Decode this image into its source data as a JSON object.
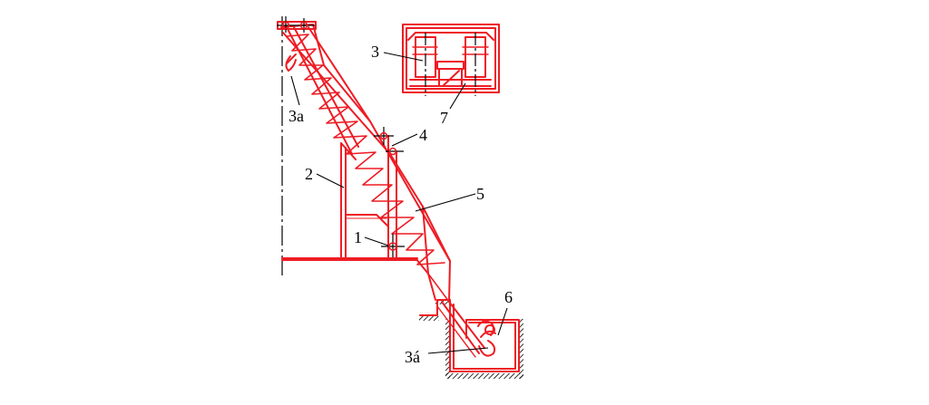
{
  "colors": {
    "structure": "#ee1c24",
    "annotation": "#000000",
    "background": "#ffffff"
  },
  "labels": {
    "l1": "1",
    "l2": "2",
    "l3": "3",
    "l3a": "3а",
    "l3b": "3á",
    "l4": "4",
    "l5": "5",
    "l6": "6",
    "l7": "7"
  }
}
